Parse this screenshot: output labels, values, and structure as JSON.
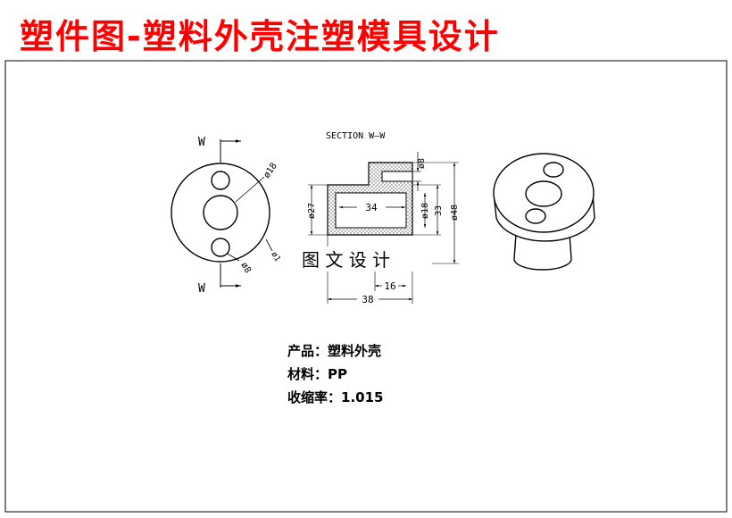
{
  "title": "塑件图-塑料外壳注塑模具设计",
  "section_label": "SECTION W—W",
  "section_marks": [
    "W",
    "W"
  ],
  "dimensions": {
    "front_d18": "ø18",
    "front_d8": "ø8",
    "front_d1": "ø1",
    "sec_d8": "ø8",
    "sec_d27": "ø27",
    "sec_34": "34",
    "sec_d18": "ø18",
    "sec_33": "33",
    "sec_d48": "ø48",
    "sec_16": "16",
    "sec_38": "38"
  },
  "watermark": "图 文 设 计",
  "product": {
    "label": "产品：",
    "value": "塑料外壳"
  },
  "material": {
    "label": "材料：",
    "value": "PP"
  },
  "shrinkage": {
    "label": "收缩率：",
    "value": "1.015"
  }
}
